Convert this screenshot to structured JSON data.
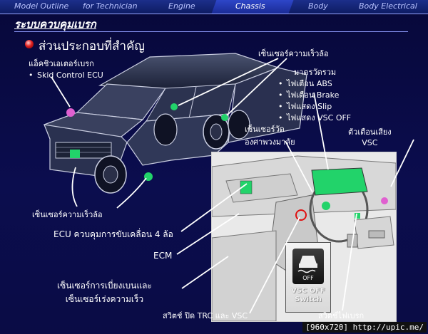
{
  "nav": {
    "tabs": [
      {
        "label": "Model Outline"
      },
      {
        "label": "for Technician"
      },
      {
        "label": "Engine"
      },
      {
        "label": "Chassis"
      },
      {
        "label": "Body"
      },
      {
        "label": "Body Electrical"
      }
    ],
    "active_tab": "Chassis"
  },
  "page_title": "ระบบควบคุมเบรก",
  "section_heading": "ส่วนประกอบที่สำคัญ",
  "labels": {
    "actuator_title": "แอ็คชิวเอเตอร์เบรก",
    "actuator_item": "Skid Control ECU",
    "speed_sensor_top": "เซ็นเซอร์ความเร็วล้อ",
    "meter_title": "มาตรวัดรวม",
    "meter_items": [
      "ไฟเตือน ABS",
      "ไฟเตือน Brake",
      "ไฟแสดง Slip",
      "ไฟแสดง VSC OFF"
    ],
    "steering_sensor": [
      "เซ็นเซอร์วัด",
      "องศาพวงมาลัย"
    ],
    "buzzer": [
      "ตัวเตือนเสียง",
      "VSC"
    ],
    "speed_sensor_bottom": "เซ็นเซอร์ความเร็วล้อ",
    "ecu_4wd": "ECU ควบคุมการขับเคลื่อน 4 ล้อ",
    "ecm": "ECM",
    "yaw_sensor": [
      "เซ็นเซอร์การเบี่ยงเบนและ",
      "เซ็นเซอร์เร่งความเร็ว"
    ],
    "trc_switch": "สวิตช์ ปิด TRC และ VSC",
    "stop_switch": "สวิตช์ไฟเบรก"
  },
  "vsc_switch": {
    "icon_text": "OFF",
    "label_line1": "VSC OFF",
    "label_line2": "Switch"
  },
  "footer_badge": "[960x720] http://upic.me/",
  "colors": {
    "highlight_green": "#22d36a",
    "highlight_pink": "#e060d0",
    "highlight_red": "#e01010",
    "leader_line": "#ffffff"
  }
}
